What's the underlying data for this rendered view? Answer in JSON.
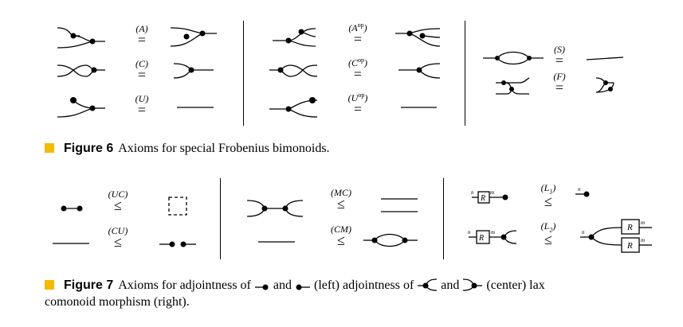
{
  "figure6": {
    "number": "Figure 6",
    "caption": "Axioms for special Frobenius bimonoids.",
    "relations": [
      {
        "id": "A",
        "label": "(A)",
        "symbol": "="
      },
      {
        "id": "C",
        "label": "(C)",
        "symbol": "="
      },
      {
        "id": "U",
        "label": "(U)",
        "symbol": "="
      },
      {
        "id": "Aop",
        "label": "(A",
        "sup": "op",
        "close": ")",
        "symbol": "="
      },
      {
        "id": "Cop",
        "label": "(C",
        "sup": "op",
        "close": ")",
        "symbol": "="
      },
      {
        "id": "Uop",
        "label": "(U",
        "sup": "op",
        "close": ")",
        "symbol": "="
      },
      {
        "id": "S",
        "label": "(S)",
        "symbol": "="
      },
      {
        "id": "F",
        "label": "(F)",
        "symbol": "="
      }
    ]
  },
  "figure7": {
    "number": "Figure 7",
    "caption_part1": "Axioms for adjointness of",
    "caption_and1": "and",
    "caption_part2": "(left) adjointness of",
    "caption_and2": "and",
    "caption_part3": "(center) lax",
    "caption_line2": "comonoid morphism (right).",
    "relations": [
      {
        "id": "UC",
        "label": "(UC)",
        "symbol": "≤"
      },
      {
        "id": "CU",
        "label": "(CU)",
        "symbol": "≤"
      },
      {
        "id": "MC",
        "label": "(MC)",
        "symbol": "≤"
      },
      {
        "id": "CM",
        "label": "(CM)",
        "symbol": "≤"
      },
      {
        "id": "L1",
        "label": "(L",
        "sub": "1",
        "close": ")",
        "symbol": "≤"
      },
      {
        "id": "L2",
        "label": "(L",
        "sub": "2",
        "close": ")",
        "symbol": "≤"
      }
    ],
    "box_label": "R",
    "wire_labels": {
      "n": "n",
      "m": "m"
    }
  }
}
